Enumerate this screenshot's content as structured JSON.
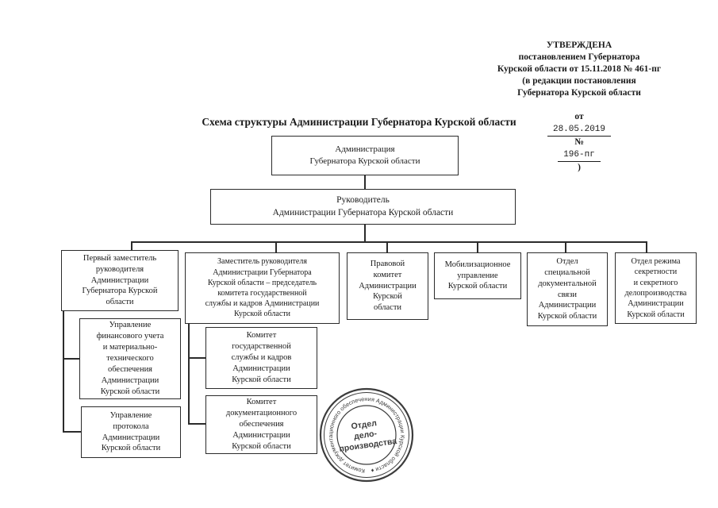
{
  "document": {
    "approval": {
      "lines": [
        "УТВЕРЖДЕНА",
        "постановлением Губернатора",
        "Курской области от  15.11.2018  № 461-пг",
        "(в редакции постановления",
        "Губернатора Курской области"
      ],
      "last_line": {
        "prefix": "от",
        "date": "28.05.2019",
        "no_sign": "№",
        "number": "196-пг",
        "suffix": ")"
      }
    },
    "title": "Схема структуры Администрации Губернатора Курской области"
  },
  "org": {
    "nodes": {
      "administration": {
        "label": "Администрация\nГубернатора Курской области"
      },
      "head": {
        "label": "Руководитель\nАдминистрации Губернатора Курской области"
      },
      "first_deputy": {
        "label": "Первый заместитель\nруководителя\nАдминистрации\nГубернатора Курской\nобласти"
      },
      "deputy_chair": {
        "label": "Заместитель руководителя\nАдминистрации Губернатора\nКурской области – председатель\nкомитета государственной\nслужбы и кадров Администрации\nКурской области"
      },
      "legal_committee": {
        "label": "Правовой\nкомитет\nАдминистрации\nКурской\nобласти"
      },
      "mobilization": {
        "label": "Мобилизационное\nуправление\nКурской области"
      },
      "special_comms": {
        "label": "Отдел\nспециальной\nдокументальной\nсвязи\nАдминистрации\nКурской области"
      },
      "secrecy": {
        "label": "Отдел режима\nсекретности\nи секретного\nделопроизводства\nАдминистрации\nКурской области"
      },
      "finance": {
        "label": "Управление\nфинансового учета\nи материально-\nтехнического\nобеспечения\nАдминистрации\nКурской области"
      },
      "protocol": {
        "label": "Управление\nпротокола\nАдминистрации\nКурской области"
      },
      "civil_service_committee": {
        "label": "Комитет\nгосударственной\nслужбы и кадров\nАдминистрации\nКурской области"
      },
      "records_committee": {
        "label": "Комитет\nдокументационного\nобеспечения\nАдминистрации\nКурской области"
      }
    }
  },
  "stamp": {
    "ring_text": "Комитет документационного обеспечения Администрации Курской области ♦",
    "center_lines": [
      "Отдел",
      "дело-",
      "производства"
    ]
  },
  "colors": {
    "ink": "#1a1a1a",
    "line": "#2b2b2b",
    "stamp_ink": "#3c3c3c",
    "background": "#ffffff"
  }
}
